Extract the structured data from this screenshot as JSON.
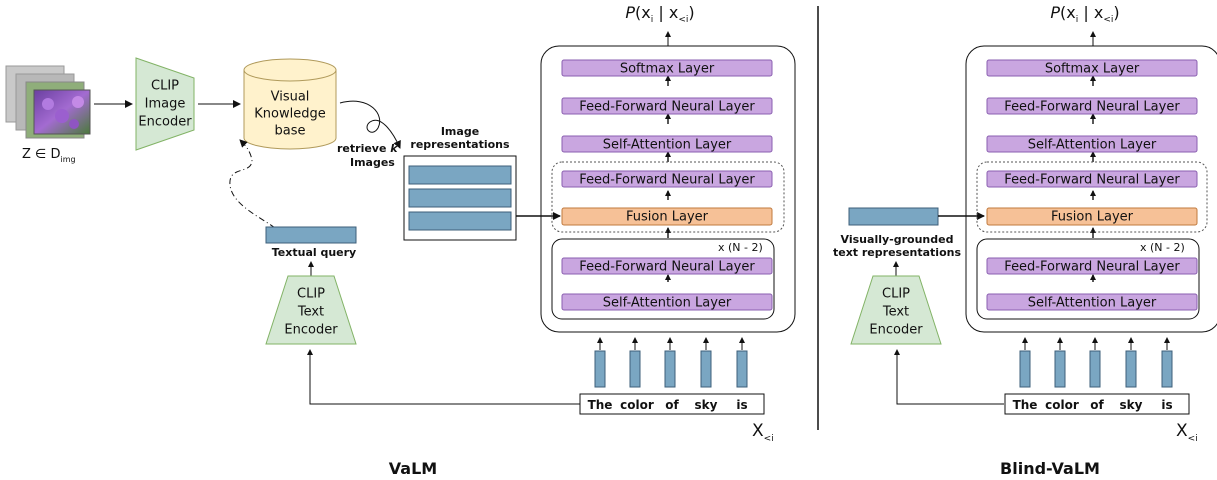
{
  "valm": {
    "caption": "VaLM",
    "input_images_label": "Z ∈ D",
    "input_images_sub": "img",
    "clip_image_encoder": [
      "CLIP",
      "Image",
      "Encoder"
    ],
    "knowledge_base": [
      "Visual",
      "Knowledge",
      "base"
    ],
    "retrieve_label": [
      "retrieve",
      "k",
      "Images"
    ],
    "image_repr_label": [
      "Image",
      "representations"
    ],
    "textual_query_label": "Textual query",
    "clip_text_encoder": [
      "CLIP",
      "Text",
      "Encoder"
    ]
  },
  "blind": {
    "caption": "Blind-VaLM",
    "grounded_label": [
      "Visually-grounded",
      "text representations"
    ],
    "clip_text_encoder": [
      "CLIP",
      "Text",
      "Encoder"
    ]
  },
  "transformer": {
    "output_label": "P(x | x )",
    "output_parts": {
      "p": "P",
      "open": "(x",
      "i1": "i",
      "bar": "|",
      "x": "x",
      "lt": "<i",
      "close": ")"
    },
    "softmax": "Softmax Layer",
    "ffn": "Feed-Forward Neural Layer",
    "self_attention": "Self-Attention Layer",
    "fusion": "Fusion Layer",
    "repeat": "x  (N - 2)",
    "input_label_main": "X",
    "input_label_sub": "<i",
    "tokens": [
      "The",
      "color",
      "of",
      "sky",
      "is"
    ]
  },
  "colors": {
    "encoder": "#d5e8d4",
    "encoder_stroke": "#82b366",
    "kb": "#fff2cc",
    "kb_stroke": "#b09a5b",
    "purple": "#c9a6e0",
    "orange": "#f6c197",
    "blue": "#7aa6c2",
    "blue_stroke": "#3d5f7a"
  }
}
